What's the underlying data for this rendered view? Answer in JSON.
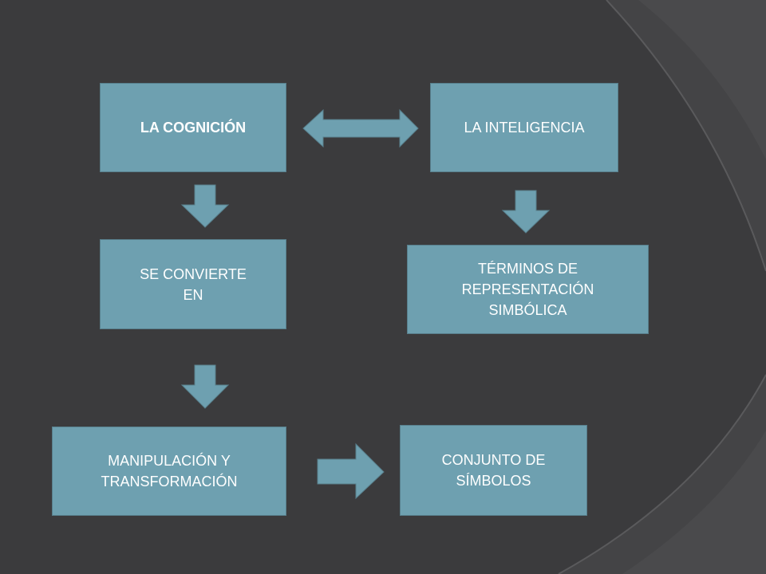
{
  "nodes": {
    "cognicion": "LA COGNICIÓN",
    "inteligencia": "LA INTELIGENCIA",
    "se_convierte": "SE CONVIERTE\nEN",
    "terminos": "TÉRMINOS DE\nREPRESENTACIÓN\nSIMBÓLICA",
    "manipulacion": "MANIPULACIÓN Y\nTRANSFORMACIÓN",
    "conjunto": "CONJUNTO DE\nSÍMBOLOS"
  },
  "colors": {
    "background": "#3b3b3d",
    "box_fill": "#6ea0b0",
    "box_border": "#587f8c",
    "text": "#ffffff"
  }
}
